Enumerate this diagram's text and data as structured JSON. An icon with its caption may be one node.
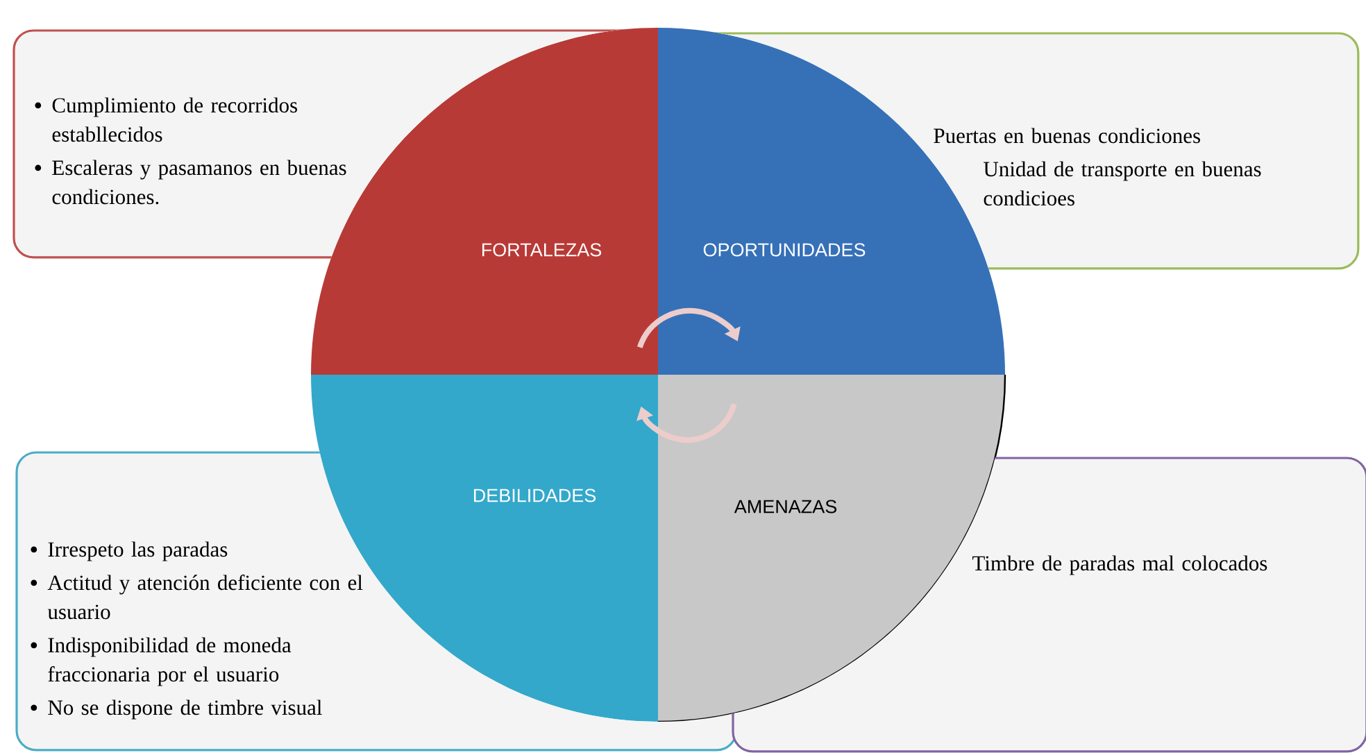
{
  "diagram": {
    "nodes": [
      {
        "text": [
          "Cumplimiento de recorridos establlecidos",
          "Escaleras y pasamanos en buenas condiciones."
        ]
      },
      {
        "text": [
          "FORTALEZAS"
        ]
      },
      {
        "text": [
          "OPORTUNIDADES"
        ]
      },
      {
        "text": [
          "Puertas en buenas condiciones",
          "Unidad de transporte en buenas condicioes"
        ]
      },
      {
        "text": [
          "Irrespeto las paradas",
          "Actitud y atención deficiente con el usuario",
          "Indisponibilidad de moneda fraccionaria por el usuario",
          "No se dispone de timbre visual"
        ]
      },
      {
        "text": [
          "DEBILIDADES"
        ]
      },
      {
        "text": [
          "AMENAZAS"
        ]
      },
      {
        "text": [
          "Timbre de paradas mal colocados"
        ]
      }
    ],
    "edges": [
      {
        "from": 1,
        "to": 2,
        "arrow": "to"
      },
      {
        "from": 6,
        "to": 5,
        "arrow": "to"
      }
    ]
  }
}
